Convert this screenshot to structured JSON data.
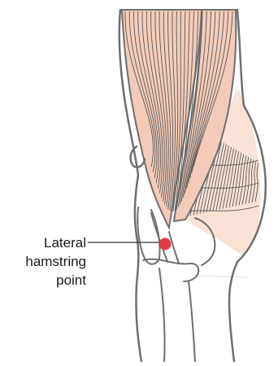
{
  "label": {
    "lines": [
      "Lateral",
      "hamstring",
      "point"
    ]
  },
  "colors": {
    "outline": "#6f6f6f",
    "muscle_fill": "#f3cbb8",
    "muscle_fill_light": "#f8e2d6",
    "fiber": "#5a5a5a",
    "point": "#e33b47",
    "leader_line": "#333333"
  },
  "icons": {
    "marker": "acupoint-dot"
  }
}
